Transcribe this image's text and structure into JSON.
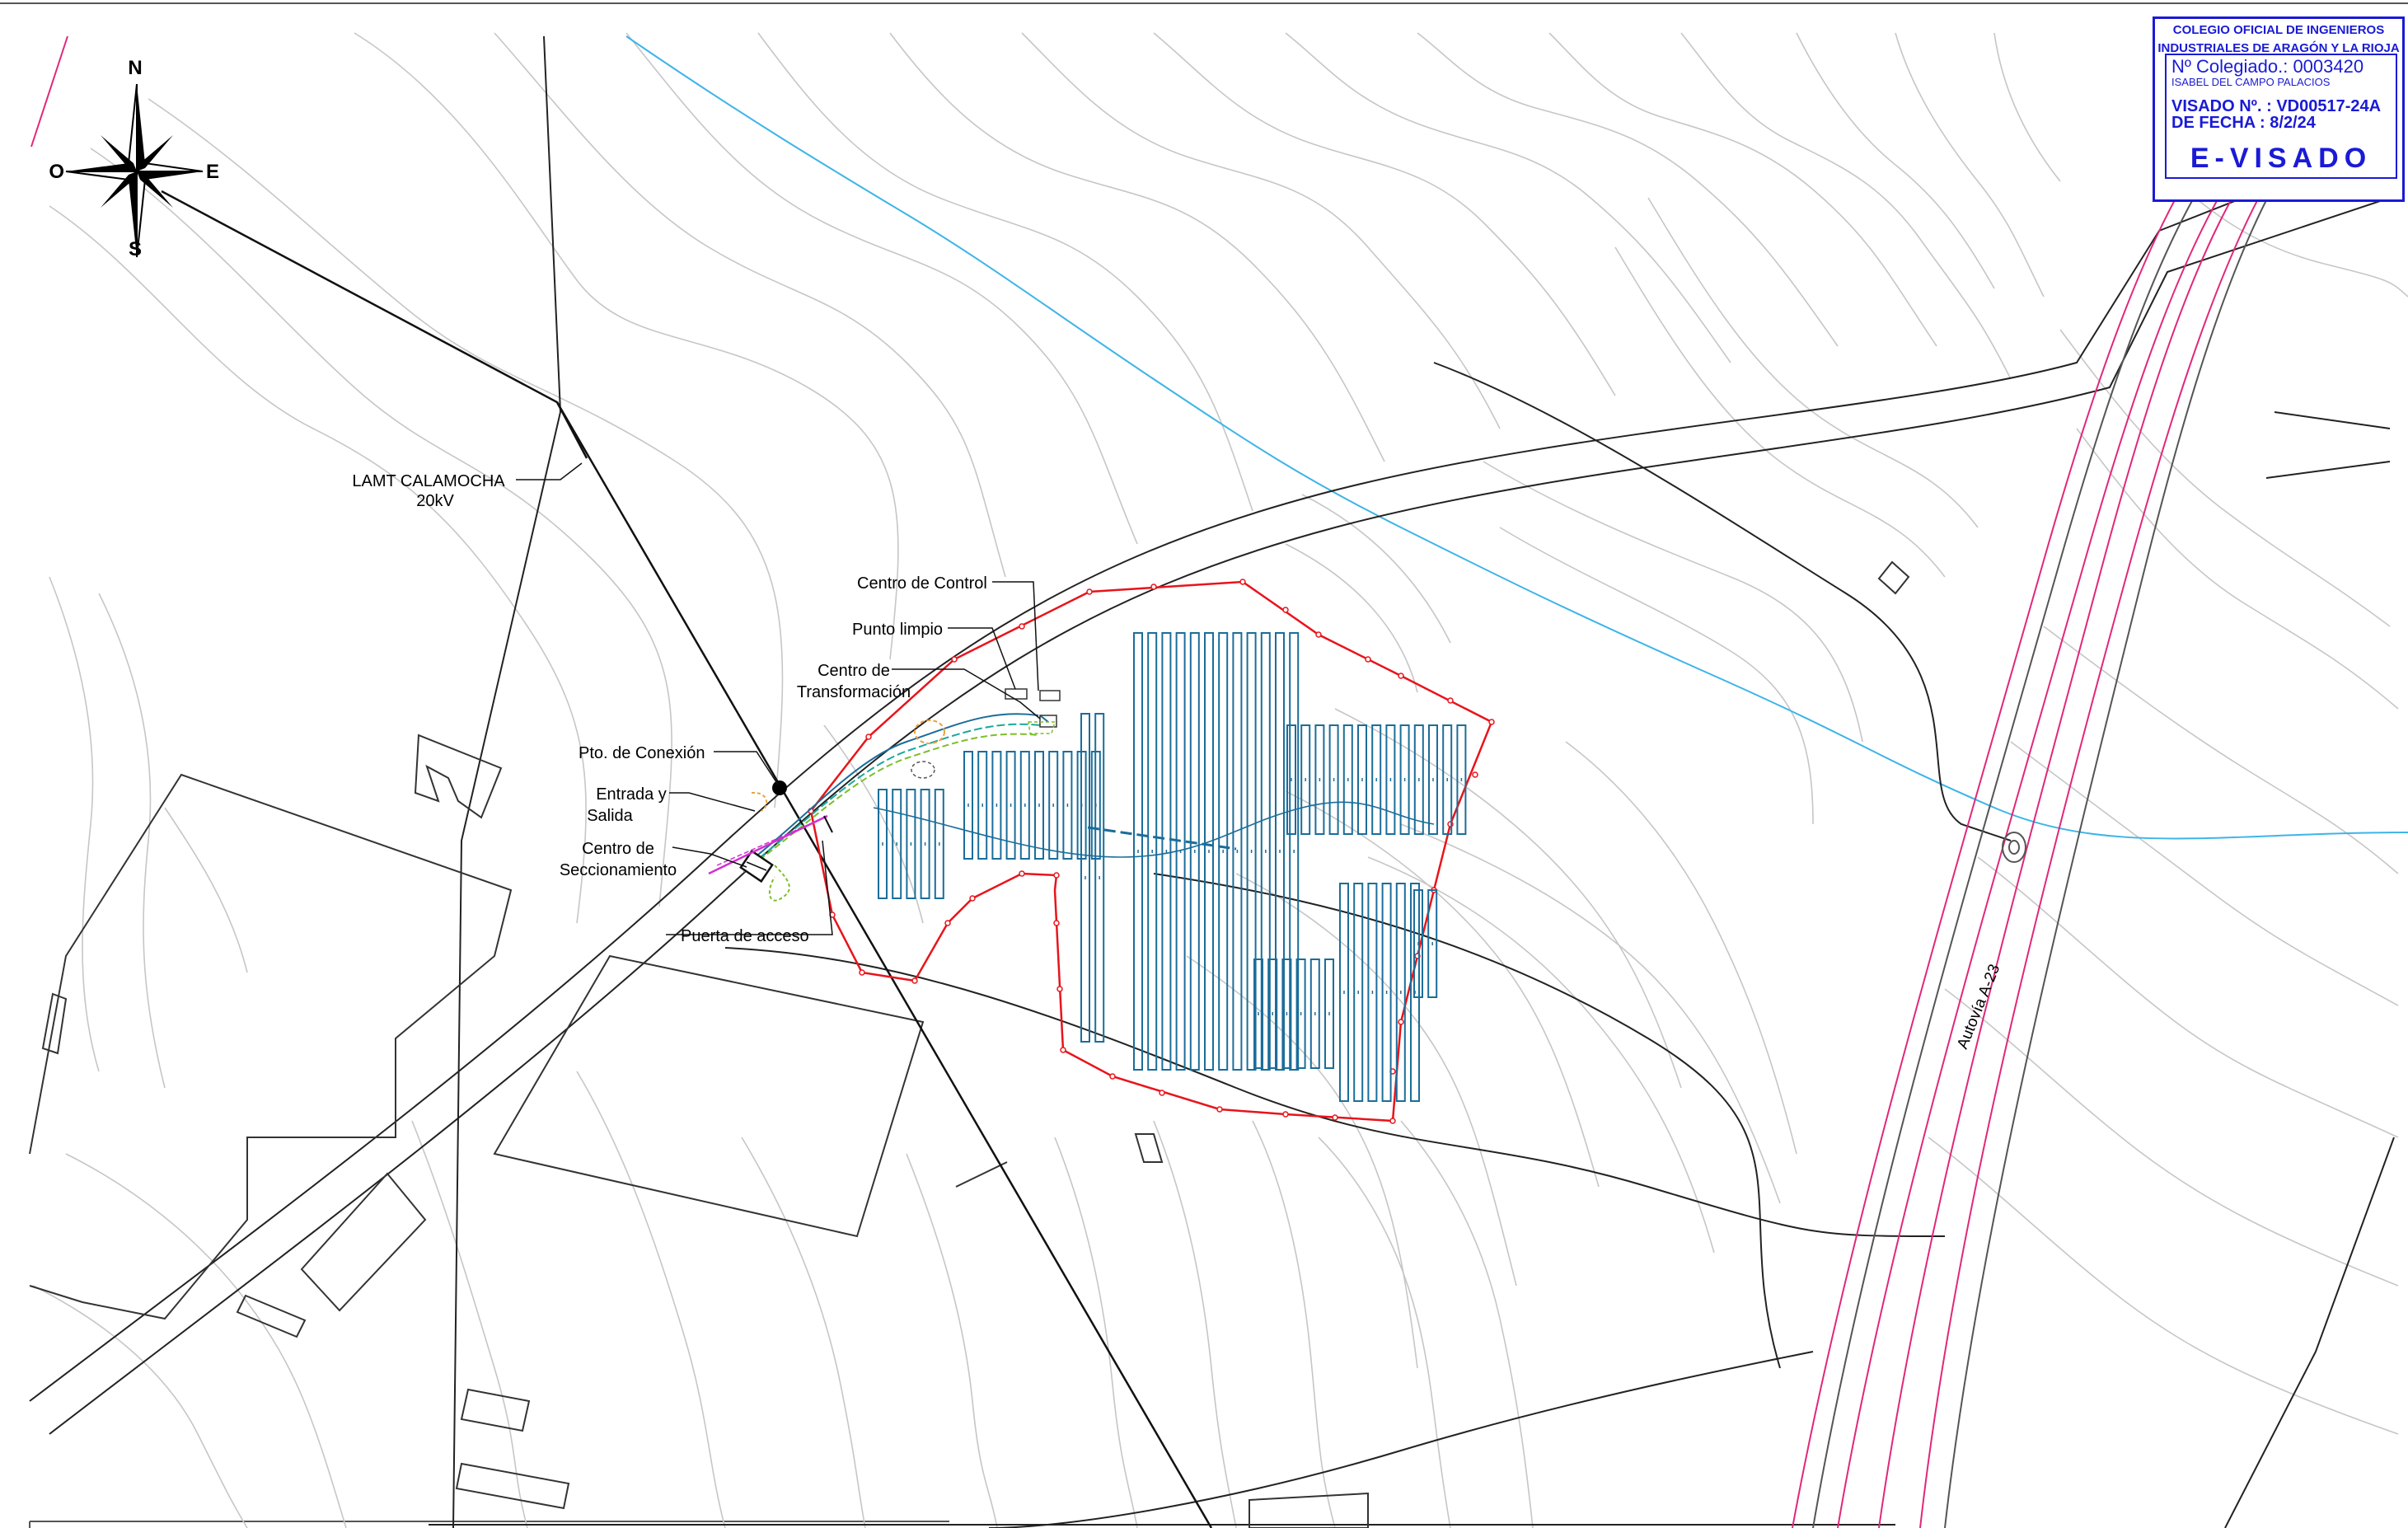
{
  "compass": {
    "north": "N",
    "south": "S",
    "east": "E",
    "west": "O"
  },
  "labels": {
    "lamt_line1": "LAMT CALAMOCHA",
    "lamt_line2": "20kV",
    "centro_control": "Centro de Control",
    "punto_limpio": "Punto limpio",
    "centro_transf_line1": "Centro de",
    "centro_transf_line2": "Transformación",
    "pto_conexion": "Pto. de Conexión",
    "entrada_line1": "Entrada y",
    "entrada_line2": "Salida",
    "centro_secc_line1": "Centro de",
    "centro_secc_line2": "Seccionamiento",
    "puerta_acceso": "Puerta de acceso",
    "autovia": "Autovía A-23"
  },
  "stamp": {
    "org_line1": "COLEGIO OFICIAL DE INGENIEROS",
    "org_line2": "INDUSTRIALES DE ARAGÓN Y LA RIOJA",
    "colegiado": "Nº Colegiado.: 0003420",
    "name": "ISABEL DEL CAMPO PALACIOS",
    "visado": "VISADO Nº. : VD00517-24A",
    "fecha": "DE FECHA : 8/2/24",
    "evisado": "E-VISADO"
  },
  "colors": {
    "boundary": "#e8141b",
    "panels": "#1b6d9a",
    "river": "#3db4e8",
    "road_edges": "#e0287a",
    "contours": "#c4c4c4",
    "stamp": "#1a1ad6"
  }
}
